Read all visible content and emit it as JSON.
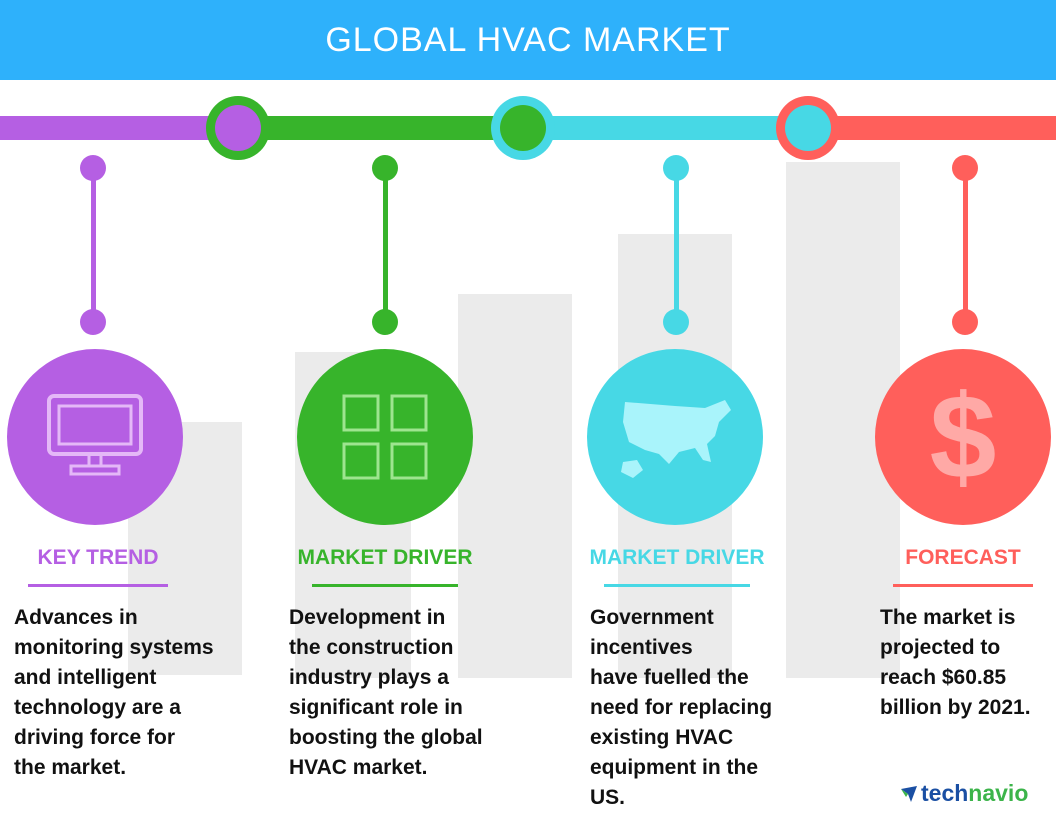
{
  "title": "GLOBAL HVAC MARKET",
  "colors": {
    "header": "#2eb1fb",
    "purple": "#b55fe3",
    "green": "#37b42b",
    "cyan": "#47d8e5",
    "red": "#ff5f5b"
  },
  "sections": [
    {
      "label": "KEY TREND",
      "icon": "monitor-icon",
      "text": [
        "Advances in",
        "monitoring systems",
        "and intelligent",
        "technology are a",
        "driving force for",
        "the market."
      ]
    },
    {
      "label": "MARKET DRIVER",
      "icon": "grid-icon",
      "text": [
        "Development in",
        "the construction",
        "industry plays a",
        "significant role in",
        "boosting the global",
        "HVAC market."
      ]
    },
    {
      "label": "MARKET DRIVER",
      "icon": "us-map-icon",
      "text": [
        "Government",
        "incentives",
        "have fuelled the",
        "need for replacing",
        "existing HVAC",
        "equipment in the",
        "US."
      ]
    },
    {
      "label": "FORECAST",
      "icon": "dollar-icon",
      "text": [
        "The market is",
        "projected to",
        "reach $60.85",
        "billion by 2021."
      ]
    }
  ],
  "logo": {
    "part1": "tech",
    "part2": "navio"
  }
}
